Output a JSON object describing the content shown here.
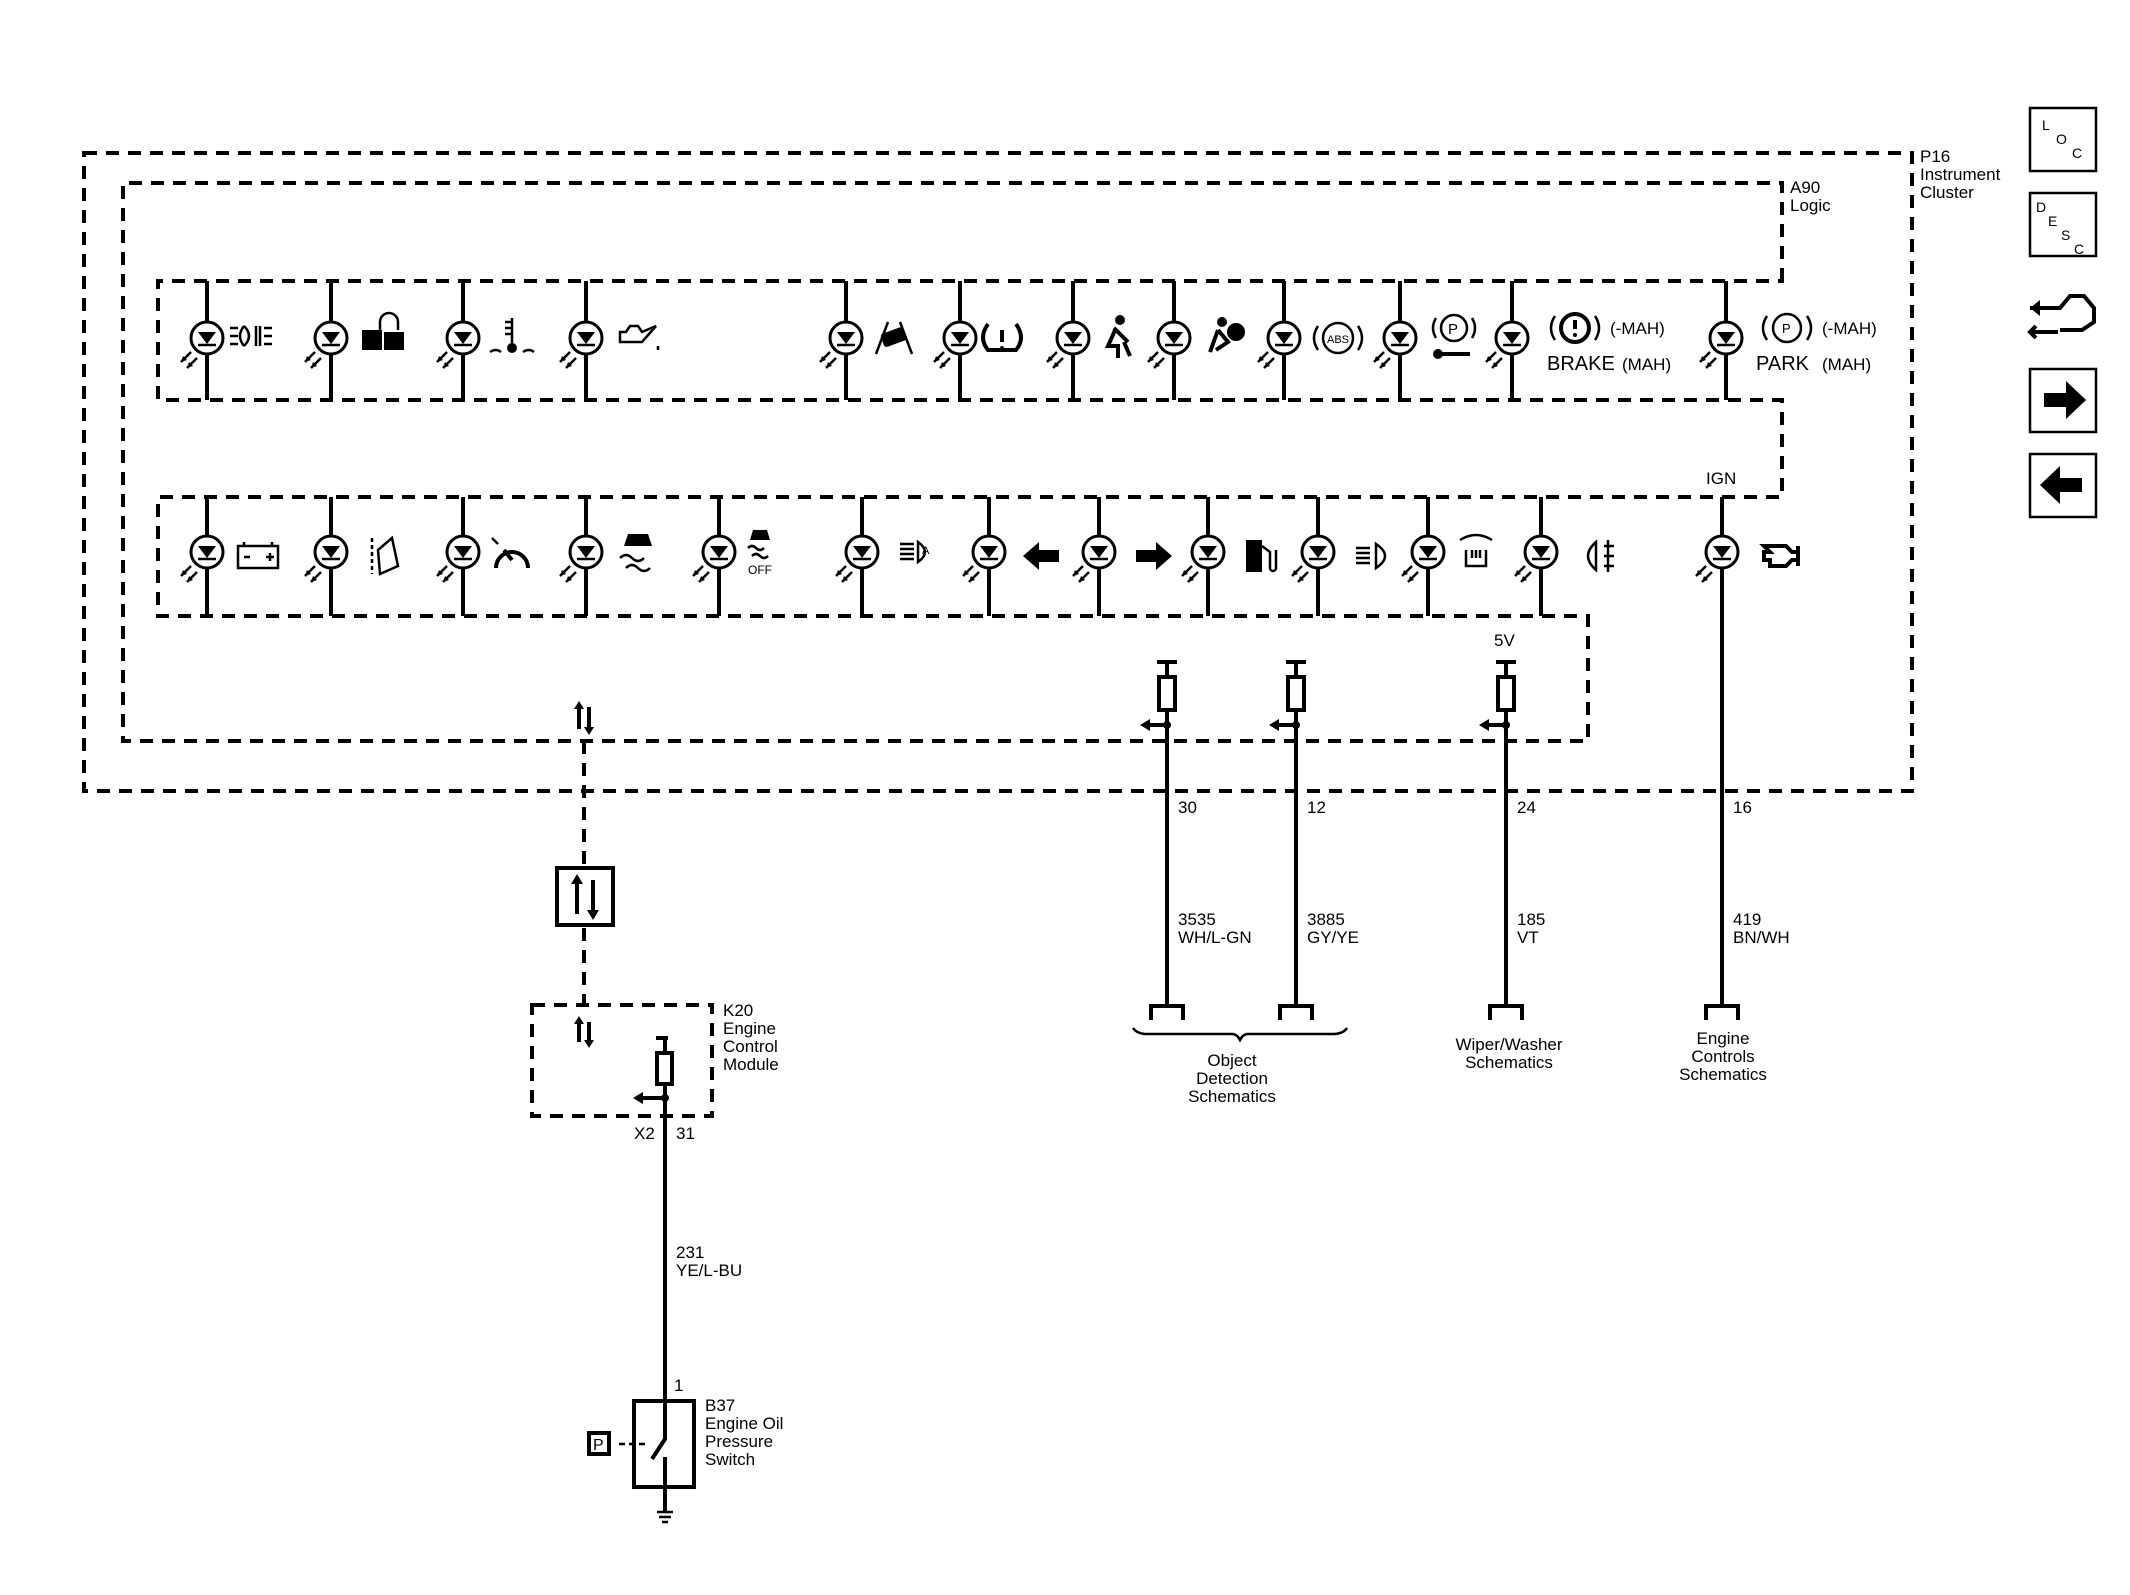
{
  "colors": {
    "line": "#000000",
    "background": "#ffffff"
  },
  "modules": {
    "p16": {
      "id": "P16",
      "line1": "Instrument",
      "line2": "Cluster"
    },
    "a90": {
      "id": "A90",
      "line1": "Logic"
    },
    "k20": {
      "id": "K20",
      "line1": "Engine",
      "line2": "Control",
      "line3": "Module"
    },
    "b37": {
      "id": "B37",
      "line1": "Engine Oil",
      "line2": "Pressure",
      "line3": "Switch"
    }
  },
  "indicators_row1": [
    "rear-fog-lamp-icon",
    "security-lock-icon",
    "coolant-temperature-icon",
    "oil-pressure-icon",
    "lane-departure-icon",
    "tire-pressure-icon",
    "seat-belt-icon",
    "airbag-icon",
    "abs-icon",
    "electric-park-brake-service-icon",
    "brake-warning-icon",
    "park-brake-icon"
  ],
  "indicators_row2": [
    "battery-icon",
    "door-ajar-icon",
    "cruise-control-icon",
    "traction-control-icon",
    "traction-control-off-icon",
    "auto-high-beam-icon",
    "left-turn-signal-icon",
    "right-turn-signal-icon",
    "low-fuel-icon",
    "high-beam-icon",
    "rear-wiper-icon",
    "front-fog-lamp-icon",
    "check-engine-icon"
  ],
  "brake_labels": {
    "neg_mah": "(-MAH)",
    "word": "BRAKE",
    "mah": "(MAH)"
  },
  "park_labels": {
    "neg_mah": "(-MAH)",
    "word": "PARK",
    "mah": "(MAH)"
  },
  "abs_text": "ABS",
  "tc_off_text": "OFF",
  "ign_label": "IGN",
  "v5_label": "5V",
  "circuits": [
    {
      "pin": "30",
      "circuit": "3535",
      "color": "WH/L-GN"
    },
    {
      "pin": "12",
      "circuit": "3885",
      "color": "GY/YE"
    },
    {
      "pin": "24",
      "circuit": "185",
      "color": "VT"
    },
    {
      "pin": "16",
      "circuit": "419",
      "color": "BN/WH"
    }
  ],
  "destinations": {
    "object_detection": {
      "line1": "Object",
      "line2": "Detection",
      "line3": "Schematics"
    },
    "wiper_washer": {
      "line1": "Wiper/Washer",
      "line2": "Schematics"
    },
    "engine_controls": {
      "line1": "Engine",
      "line2": "Controls",
      "line3": "Schematics"
    }
  },
  "k20_connector": {
    "connector": "X2",
    "pin": "31"
  },
  "oil_circuit": {
    "circuit": "231",
    "color": "YE/L-BU"
  },
  "b37_pin": "1",
  "pressure_symbol": "P",
  "nav": {
    "loc": [
      "L",
      "O",
      "C"
    ],
    "desc": [
      "D",
      "E",
      "S",
      "C"
    ]
  }
}
